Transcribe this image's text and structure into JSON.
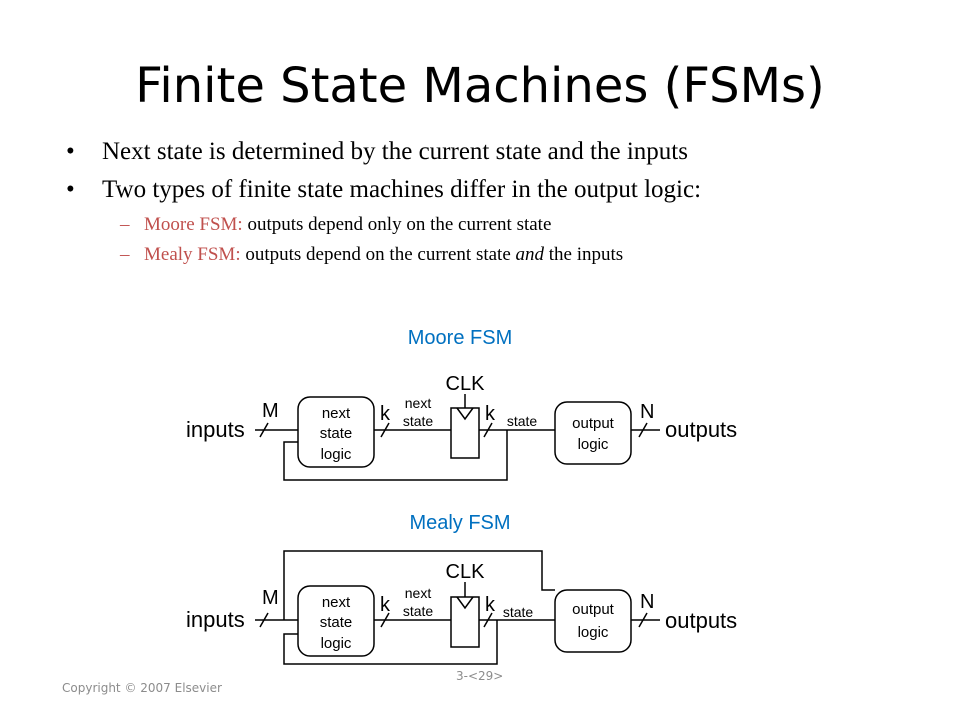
{
  "slide": {
    "title": "Finite State Machines (FSMs)",
    "bullets": [
      "Next state is determined by the current state and the inputs",
      "Two types of finite state machines differ in the output logic:"
    ],
    "sub_bullets": [
      {
        "term": "Moore FSM:",
        "text": " outputs depend only on the current state"
      },
      {
        "term": "Mealy FSM:",
        "text_before": " outputs depend on the current state ",
        "emphasis": "and",
        "text_after": " the inputs"
      }
    ]
  },
  "diagrams": [
    {
      "heading": "Moore FSM",
      "inputs_label": "inputs",
      "outputs_label": "outputs",
      "input_width": "M",
      "state_width_1": "k",
      "state_width_2": "k",
      "output_width": "N",
      "clock_label": "CLK",
      "next_state_label": [
        "next",
        "state"
      ],
      "state_label": "state",
      "next_state_logic": [
        "next",
        "state",
        "logic"
      ],
      "output_logic": [
        "output",
        "logic"
      ]
    },
    {
      "heading": "Mealy FSM",
      "inputs_label": "inputs",
      "outputs_label": "outputs",
      "input_width": "M",
      "state_width_1": "k",
      "state_width_2": "k",
      "output_width": "N",
      "clock_label": "CLK",
      "next_state_label": [
        "next",
        "state"
      ],
      "state_label": "state",
      "next_state_logic": [
        "next",
        "state",
        "logic"
      ],
      "output_logic": [
        "output",
        "logic"
      ]
    }
  ],
  "footer": {
    "copyright": "Copyright © 2007 Elsevier",
    "page": "3-<29>"
  },
  "colors": {
    "accent": "#c0504d",
    "heading_blue": "#0070c0",
    "footer_gray": "#8c8c8c"
  }
}
